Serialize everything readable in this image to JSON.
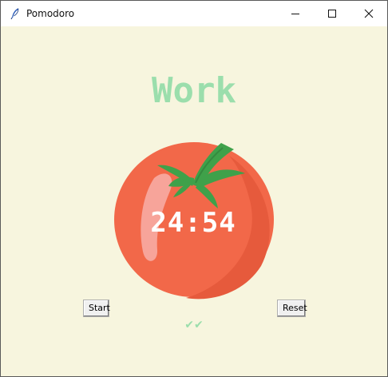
{
  "window": {
    "title": "Pomodoro",
    "controls": {
      "minimize": "minimize-icon",
      "maximize": "maximize-icon",
      "close": "close-icon"
    }
  },
  "main": {
    "mode_label": "Work",
    "timer": "24:54",
    "checkmarks": "✔✔"
  },
  "buttons": {
    "start": "Start",
    "reset": "Reset"
  },
  "colors": {
    "background": "#f7f5de",
    "accent_green": "#9bdeac",
    "tomato_red": "#f26849",
    "leaf_green": "#3fa14a"
  },
  "icons": {
    "app": "feather-icon",
    "tomato": "tomato-icon"
  }
}
